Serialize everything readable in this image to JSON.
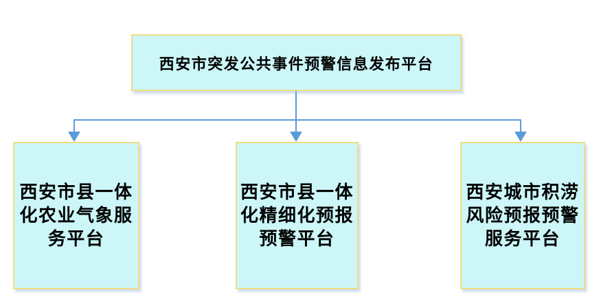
{
  "diagram": {
    "root": {
      "label": "西安市突发公共事件预警信息发布平台"
    },
    "children": [
      {
        "label": "西安市县一体\n化农业气象服\n务平台"
      },
      {
        "label": "西安市县一体\n化精细化预报\n预警平台"
      },
      {
        "label": "西安城市积涝\n风险预报预警\n服务平台"
      }
    ],
    "colors": {
      "background": "#ffffff",
      "box_fill": "#ccf6f8",
      "box_border": "#f0dc82",
      "connector": "#5b9bd5",
      "text": "#000000"
    }
  }
}
